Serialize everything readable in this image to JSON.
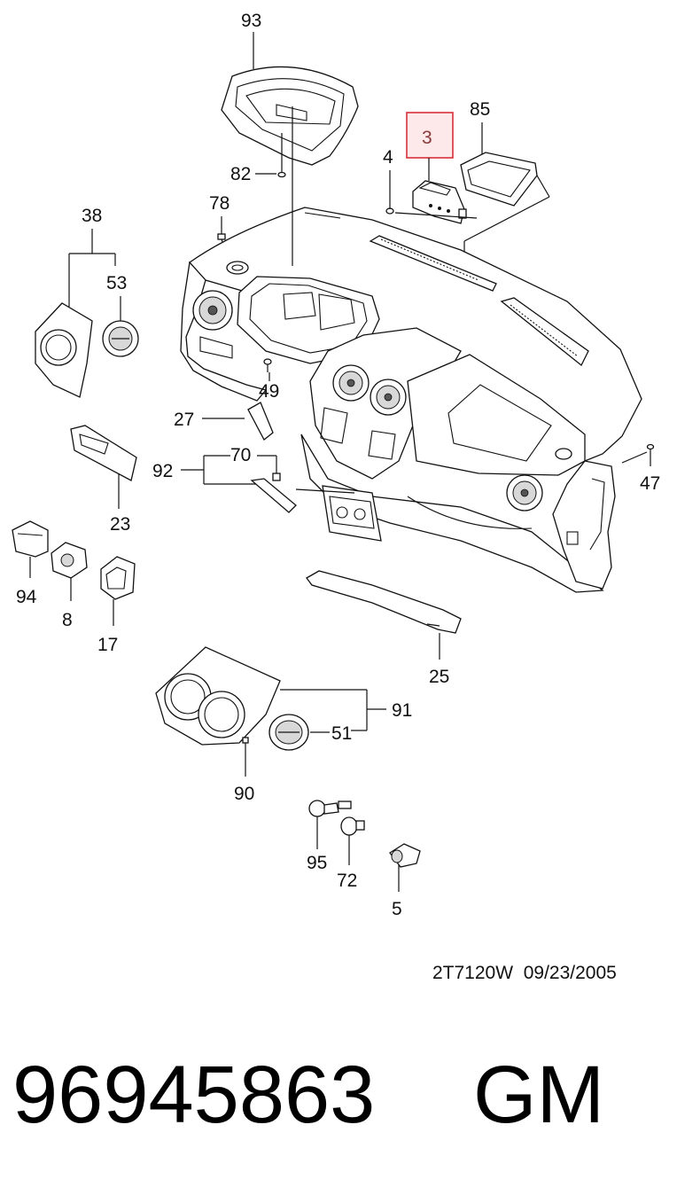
{
  "callouts": {
    "c93": "93",
    "c85": "85",
    "c3": "3",
    "c4": "4",
    "c82": "82",
    "c78": "78",
    "c38": "38",
    "c53": "53",
    "c49": "49",
    "c27": "27",
    "c92": "92",
    "c70": "70",
    "c47": "47",
    "c23": "23",
    "c94": "94",
    "c8": "8",
    "c17": "17",
    "c25": "25",
    "c91": "91",
    "c51": "51",
    "c90": "90",
    "c95": "95",
    "c72": "72",
    "c5": "5"
  },
  "highlight": {
    "callout": "3",
    "box_color": "#d9303a",
    "fill_color": "#fde8ea"
  },
  "footer": {
    "code_date": "2T7120W  09/23/2005"
  },
  "part_number": "96945863",
  "brand": "GM"
}
